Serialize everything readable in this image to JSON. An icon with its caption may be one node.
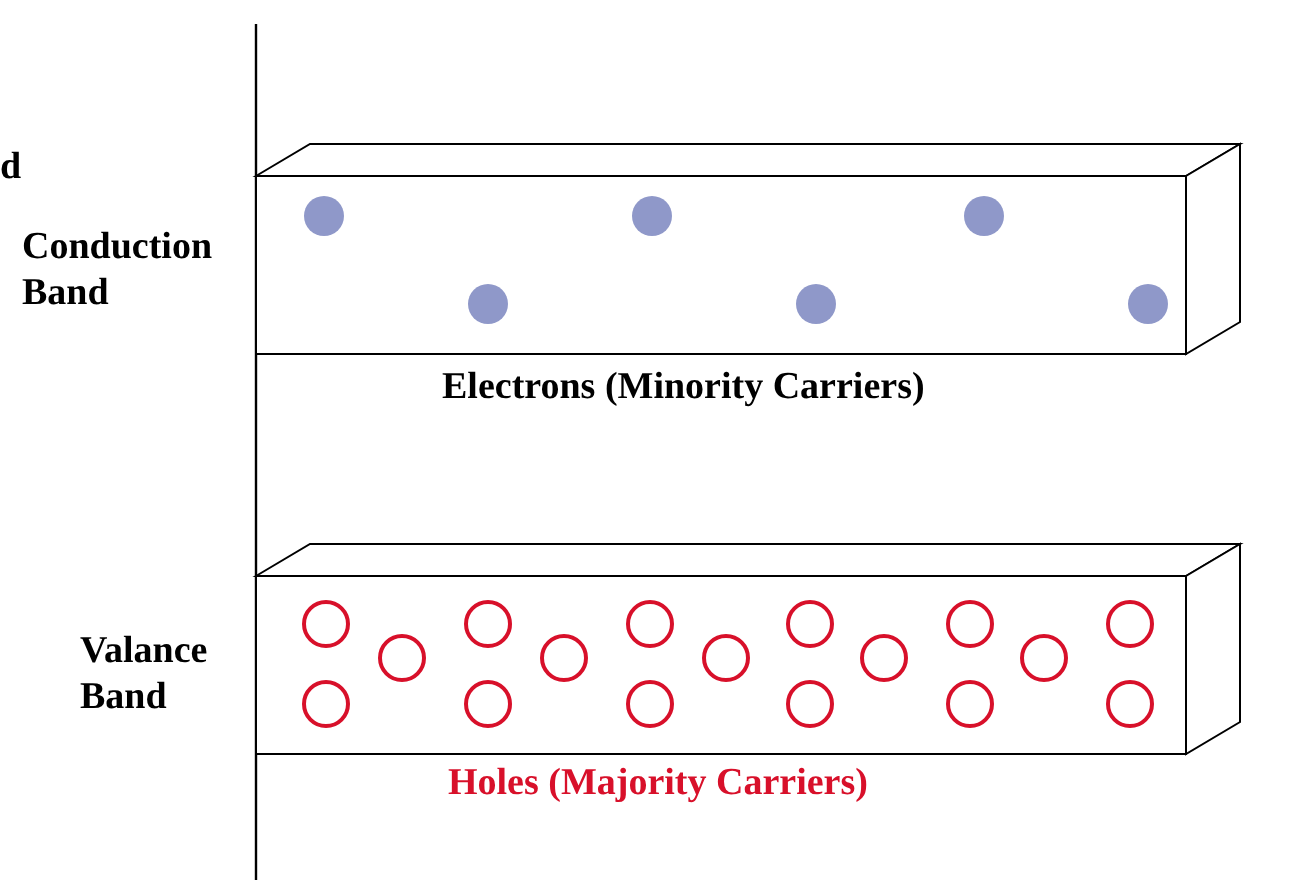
{
  "diagram": {
    "labels": [
      "d",
      "Conduction Band",
      "Electrons (Minority Carriers)",
      "Valance Band",
      "Holes (Majority Carriers)"
    ]
  }
}
